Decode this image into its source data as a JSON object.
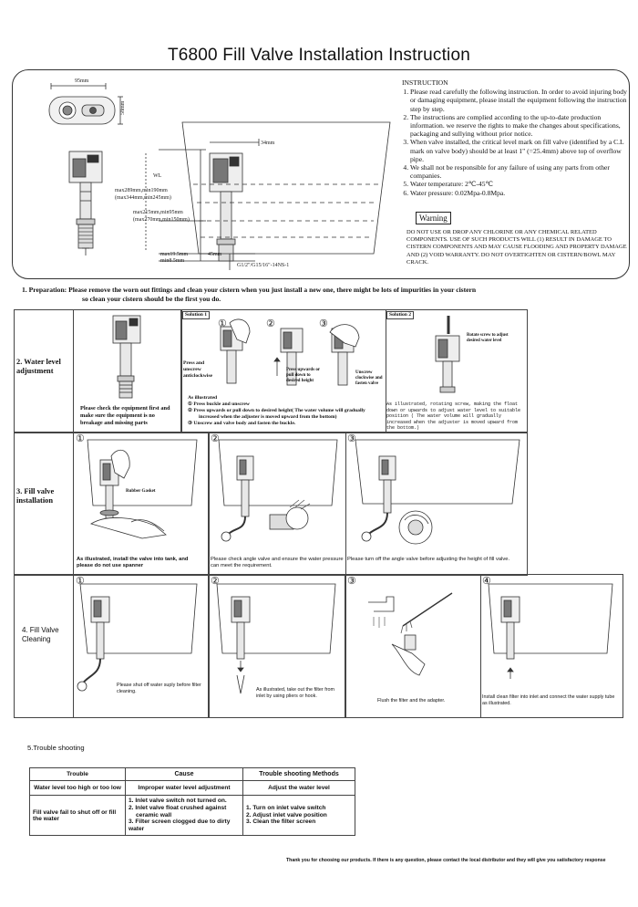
{
  "title": "T6800 Fill Valve Installation Instruction",
  "top": {
    "dims": {
      "width": "95mm",
      "height": "58mm",
      "top": "34mm",
      "max1": "max289mm,min190mm",
      "max1b": "(max344mm,min245mm)",
      "max2": "max215mm,min95mm",
      "max2b": "(max270mm,min150mm)",
      "max3": "max19.5mm",
      "max3b": "min8.5mm",
      "d45": "45mm",
      "wl": "WL",
      "thread": "G1/2\"/G15/16\"-14NS-1"
    },
    "instructions_heading": "INSTRUCTION",
    "instructions": [
      "Please read carefully the following instruction. In order to avoid injuring body or damaging equipment, please install the equipment  following the instruction step by step.",
      "The instructions are complied according to the up-to-date production information. we reserve the rights to make the changes about specifications, packaging and sullying without prior notice.",
      "When valve installed, the critical level mark on fill valve (identified by a C.L mark on valve body) should be at least 1\" (=25.4mm) above top of overflow pipe.",
      "We shall not be responsible for any failure of using any parts from other companies.",
      "Water temperature: 2℃-45℃",
      "Water pressure: 0.02Mpa-0.8Mpa."
    ],
    "warning_label": "Warning",
    "warning_text": "DO NOT USE OR DROP ANY CHLORINE OR ANY CHEMICAL RELATED COMPONENTS. USE OF SUCH PRODUCTS WILL (1) RESULT IN DAMAGE TO CISTERN COMPONENTS AND MAY CAUSE FLOODING AND PROPERTY DAMAGE AND (2) VOID WARRANTY. DO NOT OVERTIGHTEN OR CISTERN/BOWL MAY CRACK."
  },
  "preparation": {
    "line1": "1.   Preparation:  Please remove the worn out fittings and clean your cistern when you just install a new one, there might be lots of impurities in your cistern",
    "line2": "so clean your cistern should be the first you do."
  },
  "water_level": {
    "label_num": "2.",
    "label": "Water level adjustment",
    "left_caption": "Please check the equipment first and make sure the equipment is no breakage and missing parts",
    "solution1": "Solution 1",
    "solution2": "Solution 2",
    "markers": [
      "①",
      "②",
      "③"
    ],
    "press_unscrew": "Press and unscrew anticlockwise",
    "press_upwards": "Press upwards or pull down to desired height",
    "unscrew_clockwise": "Unscrew clockwise and fasten valve",
    "as_illustrated": "As illustrated",
    "steps": [
      "① Press buckle and unscrew",
      "② Press upwards or pull down to desired height( The water volume will gradually",
      "increased when the adjuster is moved upward from the bottom)",
      "③ Unscrew and valve body and fasten the buckle."
    ],
    "rotate_note": "Rotate screw to adjust desired water level",
    "solution2_text": "As illustrated, rotating screw, making the float down or upwards to adjust water level to suitable position ( The water volume will gradually increased when the adjuster is moved upward from the bottom.)"
  },
  "fill_valve": {
    "label_num": "3.",
    "label": "Fill valve installation",
    "markers": [
      "①",
      "②",
      "③"
    ],
    "rubber_gasket": "Rubber Gasket",
    "captions": [
      "As illustrated, install the valve into tank, and please do not use spanner",
      "Please check angle valve and ensure the water pressure can meet the requirement.",
      "Please turn off the angle valve before adjusting the height of fill valve."
    ]
  },
  "cleaning": {
    "label_num": "4.",
    "label": "Fill Valve Cleaning",
    "markers": [
      "①",
      "②",
      "③",
      "④"
    ],
    "captions": [
      "Please shut off water suply before filter cleaning.",
      "As illustrated, take out the filter from inlet by using pliers or hook.",
      "Flush the filter and the adapter.",
      "Install clean filter into inlet and connect the water supply tube as illustrated."
    ]
  },
  "trouble": {
    "heading": "5.Trouble shooting",
    "headers": [
      "Trouble",
      "Cause",
      "Trouble shooting Methods"
    ],
    "rows": [
      {
        "trouble": "Water level too high or too low",
        "cause": [
          "Improper water level adjustment"
        ],
        "method": [
          "Adjust the water level"
        ]
      },
      {
        "trouble": "Fill valve fail to shut off or fill the water",
        "cause": [
          "1. Inlet valve switch not turned on.",
          "2. Inlet valve float crushed against",
          "ceramic  wall",
          "3. Filter screen clogged due to dirty water"
        ],
        "method": [
          "1. Turn on inlet valve switch",
          "2. Adjust inlet valve position",
          "3. Clean the filter screen"
        ]
      }
    ]
  },
  "footer": "Thank you for choosing our products. If there is any question, please contact the local distributor and they will give you satisfactory response"
}
